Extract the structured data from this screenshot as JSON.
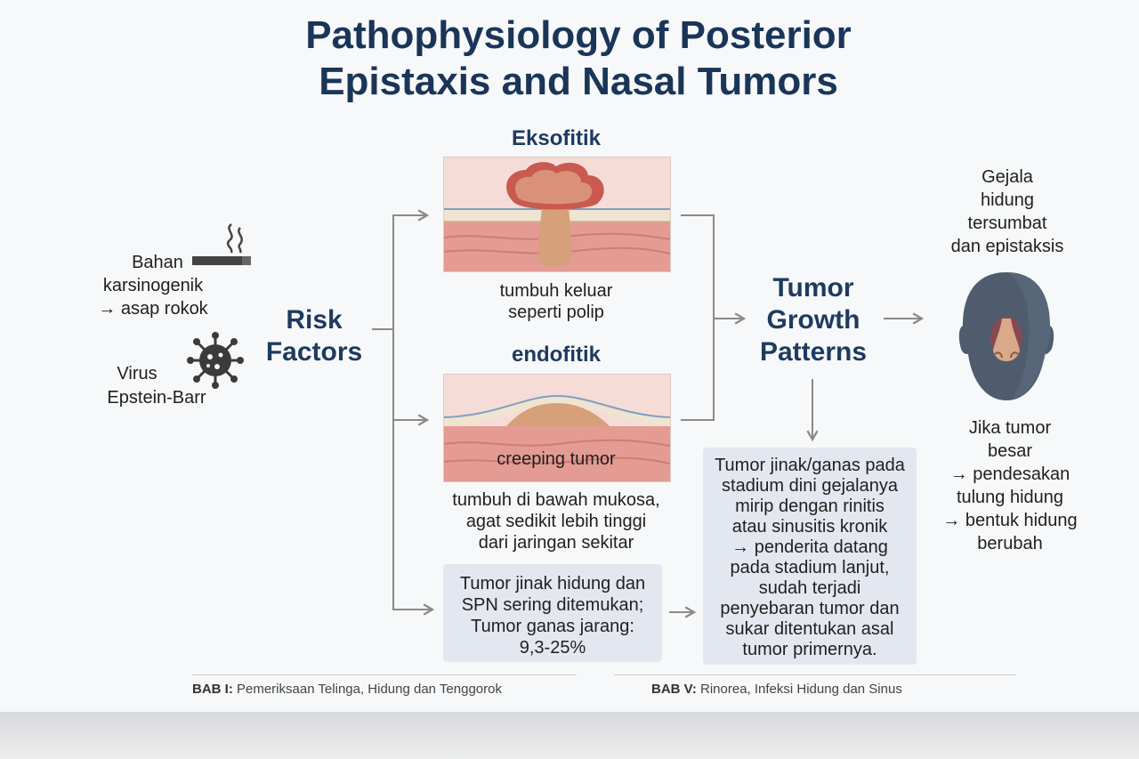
{
  "title": {
    "line1": "Pathophysiology of Posterior",
    "line2": "Epistaxis and Nasal Tumors"
  },
  "risk_factors": {
    "heading_line1": "Risk",
    "heading_line2": "Factors",
    "carcinogen_lines": [
      "Bahan",
      "karsinogenik",
      "→ asap rokok"
    ],
    "virus_lines": [
      "Virus",
      "Epstein-Barr"
    ],
    "icons": [
      "cigarette-icon",
      "virus-icon"
    ]
  },
  "exophytic": {
    "label": "Eksofitik",
    "caption_lines": [
      "tumbuh keluar",
      "seperti polip"
    ]
  },
  "endophytic": {
    "label": "endofitik",
    "overlay": "creeping tumor",
    "caption_lines": [
      "tumbuh di bawah mukosa,",
      "agat sedikit lebih tinggi",
      "dari jaringan sekitar"
    ]
  },
  "benign_box": {
    "lines": [
      "Tumor jinak hidung dan",
      "SPN sering ditemukan;",
      "Tumor ganas jarang:",
      "9,3-25%"
    ]
  },
  "growth": {
    "lines": [
      "Tumor",
      "Growth",
      "Patterns"
    ]
  },
  "stage_box": {
    "lines": [
      "Tumor jinak/ganas pada",
      "stadium dini gejalanya",
      "mirip dengan rinitis",
      "atau sinusitis kronik",
      "→ penderita datang",
      "pada stadium lanjut,",
      "sudah terjadi",
      "penyebaran tumor dan",
      "sukar ditentukan asal",
      "tumor primernya."
    ]
  },
  "symptoms": {
    "lines": [
      "Gejala",
      "hidung",
      "tersumbat",
      "dan epistaksis"
    ],
    "icon": "head-nose-icon"
  },
  "large_tumor": {
    "lines": [
      "Jika tumor",
      "besar",
      "→ pendesakan",
      "tulung hidung",
      "→ bentuk hidung",
      "berubah"
    ]
  },
  "footer": {
    "left_bold": "BAB I:",
    "left_text": " Pemeriksaan Telinga, Hidung dan Tenggorok",
    "right_bold": "BAB V:",
    "right_text": " Rinorea, Infeksi Hidung dan Sinus"
  },
  "colors": {
    "title": "#1a3558",
    "heading": "#1e3a5f",
    "box": "#e3e8f0",
    "arrow": "#8a8a8a"
  }
}
